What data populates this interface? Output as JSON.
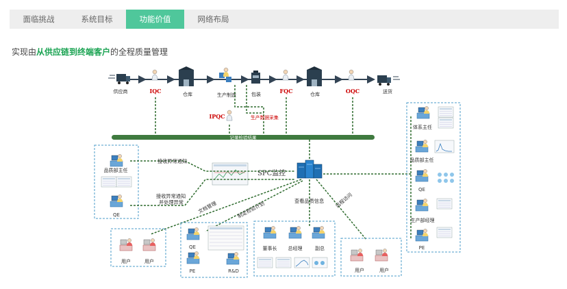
{
  "tabs": [
    "面临挑战",
    "系统目标",
    "功能价值",
    "网络布局"
  ],
  "active_tab": 2,
  "subtitle": {
    "prefix": "实现由",
    "highlight": "从供应链到终端客户",
    "suffix": "的全程质量管理"
  },
  "flow": {
    "supplier": "供应商",
    "iqc": "IQC",
    "warehouse1": "仓库",
    "production": "生产制造",
    "packaging": "包装",
    "fqc": "FQC",
    "warehouse2": "仓库",
    "oqc": "OQC",
    "shipping": "送货",
    "ipqc": "IPQC",
    "data_collection": "生产数据采集",
    "record_bar": "记录检验结果"
  },
  "center": {
    "spc": "SPC监控"
  },
  "links": {
    "notify": "接收异常通知",
    "notify_handle_1": "接收异常通知",
    "notify_handle_2": "并处理异常",
    "docs": "文档管理",
    "plan": "制定检验计划",
    "view": "查看品质信息",
    "path": "远程访问"
  },
  "left_box": {
    "manager": "品质部主任",
    "qe": "QE"
  },
  "users1": {
    "a": "用户",
    "b": "用户"
  },
  "rd_box": {
    "qe": "QE",
    "pe": "PE",
    "rd": "R&D"
  },
  "exec_box": {
    "chairman": "董事长",
    "gm": "总经理",
    "vp": "副总"
  },
  "users2": {
    "a": "用户",
    "b": "用户"
  },
  "right_box": {
    "system": "体系主任",
    "quality": "品质部主任",
    "qe": "QE",
    "prod": "生产部经理",
    "pe": "PE"
  },
  "colors": {
    "accent": "#4fc79b",
    "highlight": "#1aa352",
    "red_label": "#cc0000",
    "dash_green": "#2e6b2e",
    "box_dash": "#4a9bc8"
  }
}
